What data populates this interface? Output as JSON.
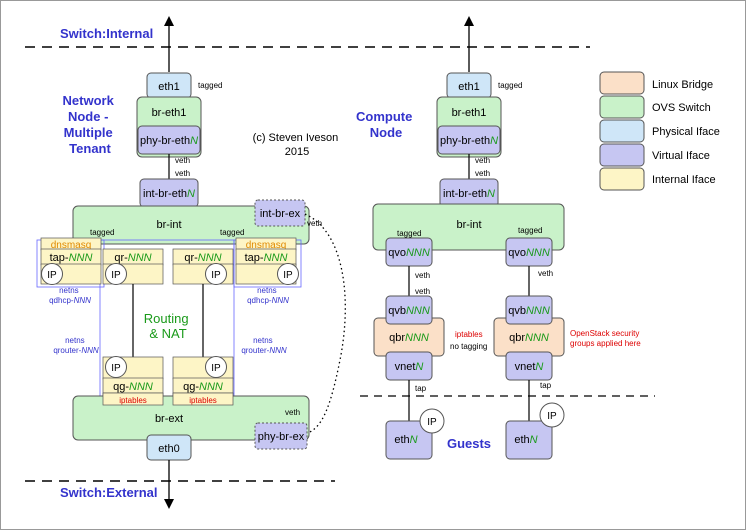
{
  "colors": {
    "linux_bridge": "#fbe0c8",
    "ovs_switch": "#c9f2c9",
    "physical_iface": "#cfe6f8",
    "virtual_iface": "#c6c6f2",
    "internal_iface": "#fdf5c6",
    "title_blue": "#3333cc",
    "tag_orange": "#e08a00",
    "red": "#dd0000",
    "green_italic": "#1a9a1a"
  },
  "labels": {
    "switch_internal": "Switch:Internal",
    "switch_external": "Switch:External",
    "network_node": [
      "Network",
      "Node -",
      "Multiple",
      "Tenant"
    ],
    "compute_node": [
      "Compute",
      "Node"
    ],
    "copyright": [
      "(c) Steven Iveson",
      "2015"
    ],
    "guests": "Guests",
    "routing_nat": [
      "Routing",
      "& NAT"
    ]
  },
  "legend": [
    {
      "label": "Linux Bridge",
      "color_key": "linux_bridge"
    },
    {
      "label": "OVS Switch",
      "color_key": "ovs_switch"
    },
    {
      "label": "Physical Iface",
      "color_key": "physical_iface"
    },
    {
      "label": "Virtual Iface",
      "color_key": "virtual_iface"
    },
    {
      "label": "Internal Iface",
      "color_key": "internal_iface"
    }
  ],
  "network": {
    "eth1": "eth1",
    "tagged": "tagged",
    "br_eth1": "br-eth1",
    "phy_br_eth": "phy-br-eth",
    "suffix_n": "N",
    "veth": "veth",
    "int_br_eth": "int-br-eth",
    "br_int": "br-int",
    "int_br_ex": "int-br-ex",
    "dnsmasq": "dnsmasq",
    "tap": "tap-",
    "qr": "qr-",
    "qg": "qg-",
    "nnn": "NNN",
    "ip": "IP",
    "netns": "netns",
    "qdhcp": "qdhcp-",
    "qrouter": "qrouter-",
    "iptables": "iptables",
    "br_ext": "br-ext",
    "phy_br_ex": "phy-br-ex",
    "eth0": "eth0"
  },
  "compute": {
    "eth1": "eth1",
    "tagged": "tagged",
    "br_eth1": "br-eth1",
    "phy_br_eth": "phy-br-eth",
    "veth": "veth",
    "int_br_eth": "int-br-eth",
    "br_int": "br-int",
    "qvo": "qvo",
    "qvb": "qvb",
    "qbr": "qbr",
    "vnet": "vnet",
    "tap": "tap",
    "eth": "eth",
    "ip": "IP",
    "iptables": "iptables",
    "no_tagging": "no tagging",
    "security_note": [
      "OpenStack security",
      "groups applied here"
    ]
  }
}
